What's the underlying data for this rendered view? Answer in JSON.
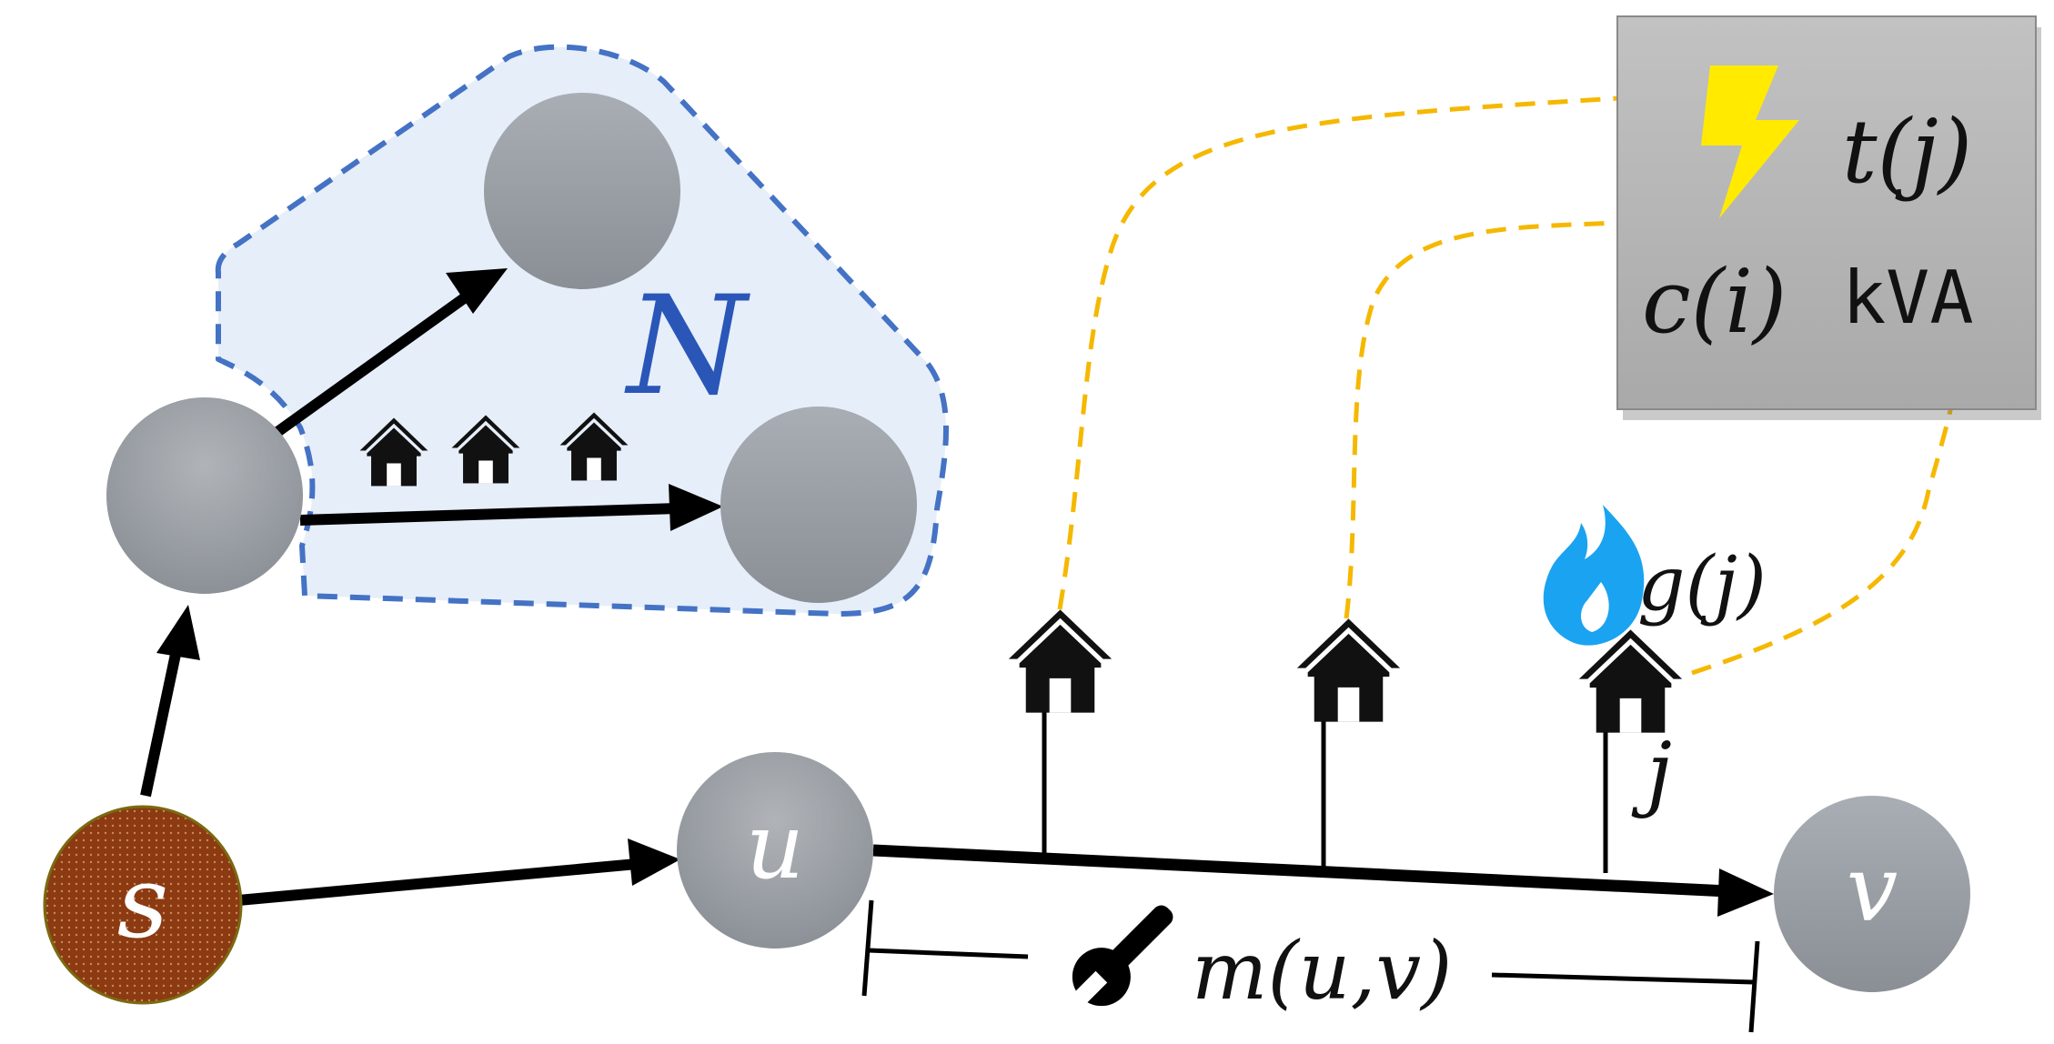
{
  "labels": {
    "neighborhood": "N",
    "source": "s",
    "node_u": "u",
    "node_v": "v",
    "house_j": "j",
    "gas": "g(j)",
    "maintenance": "m(u,v)",
    "legend_time": "t(j)",
    "legend_cost": "c(i)",
    "legend_unit": "kVA"
  },
  "colors": {
    "node_gray": "#9aa0a6",
    "source_brown": "#8b3a12",
    "neighborhood_fill": "#e6eef9",
    "neighborhood_border": "#4472c4",
    "dashed_link": "#f5b800",
    "legend_box": "#b3b3b3",
    "bolt": "#ffea00",
    "flame": "#1aa3f0",
    "edge": "#000000"
  },
  "icons": [
    "house-icon",
    "lightning-bolt-icon",
    "flame-icon",
    "wrench-icon"
  ]
}
